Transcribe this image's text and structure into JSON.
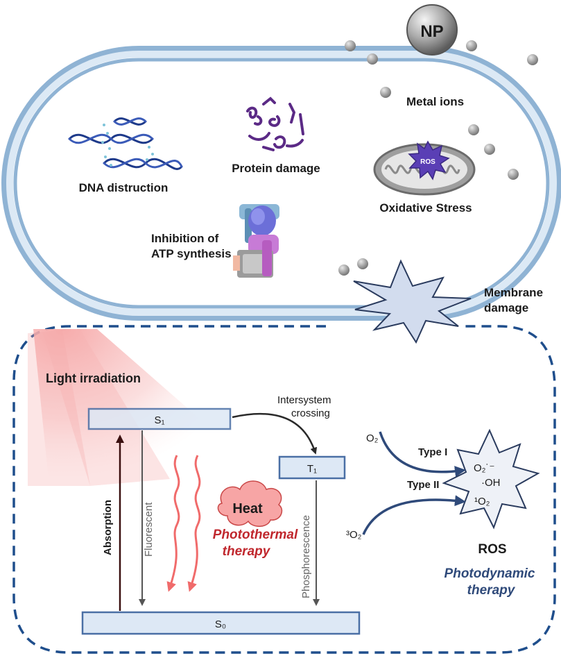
{
  "cell": {
    "np_label": "NP",
    "metal_ions": "Metal ions",
    "dna": "DNA distruction",
    "protein": "Protein damage",
    "oxidative": "Oxidative Stress",
    "ros_badge": "ROS",
    "atp_line1": "Inhibition of",
    "atp_line2": "ATP synthesis",
    "membrane_line1": "Membrane",
    "membrane_line2": "damage"
  },
  "jablonski": {
    "light": "Light irradiation",
    "s1": "S₁",
    "s0": "S₀",
    "t1": "T₁",
    "isc_line1": "Intersystem",
    "isc_line2": "crossing",
    "absorption": "Absorption",
    "fluorescent": "Fluorescent",
    "phosphorescence": "Phosphorescence",
    "heat": "Heat",
    "ptt_line1": "Photothermal",
    "ptt_line2": "therapy",
    "o2": "O₂",
    "triplet_o2": "³O₂",
    "type1": "Type I",
    "type2": "Type II",
    "superoxide": "O₂˙⁻",
    "hydroxyl": "·OH",
    "singlet_o2": "¹O₂",
    "ros": "ROS",
    "pdt_line1": "Photodynamic",
    "pdt_line2": "therapy"
  },
  "colors": {
    "membrane_outer": "#8fb3d4",
    "membrane_fill": "#dce9f5",
    "dashed_box": "#1f4e8c",
    "level_box": "#dde8f5",
    "level_border": "#4a6fa5",
    "red_accent": "#c0272d",
    "navy_accent": "#2f4a7a"
  }
}
